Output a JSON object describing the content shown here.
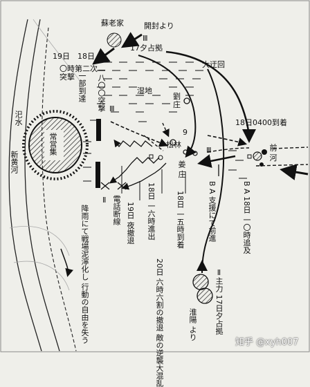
{
  "map": {
    "places": {
      "sulaojia": "蘇老家",
      "kaifeng": "開封より",
      "changying": "常営集",
      "old_river": "汜水",
      "xin_huang": "新黄河",
      "wetland": "湿地",
      "liu_zhuang": "劉\n庄",
      "song_lin": "松林",
      "jiang_zhuang": "姜\n庄",
      "qian_he": "前\n河",
      "huaiyang": "淮陽\nより"
    },
    "unit_marks": {
      "iii_kaifeng": "Ⅲ",
      "iii_wet": "Ⅲ",
      "iii_right": "Ⅲ",
      "ii_left": "Ⅱ",
      "num_9": "9"
    },
    "annotations": {
      "capture_17": "17夕占拠",
      "big_detour": "大迂回",
      "arrive_18_0400": "18日0400到着",
      "day19": "19日",
      "second_attack": "〇時第二次\n突撃",
      "day18": "18日",
      "partial_reach": "一部到達",
      "at_1800": "一八〇〇突撃",
      "rain_mud": "降雨にて戦場泥濘化し\n行動の自由を失う",
      "phone_cut": "電話断線",
      "night_retreat": "19日\n夜撤退",
      "advance_1600": "18日\n一六時進出",
      "arrive_05": "18日\n一五時到着",
      "retreat_chaos": "20日\n六時六割の撤退\n敵の逆襲大混乱",
      "support_ba": "B A\n支援にて前進",
      "pursue_ba": "B A\n18日\n一〇時追及",
      "main_force": "Ⅱ主力\n17日夕占拠"
    },
    "watermark": "知乎 @xyh007"
  }
}
